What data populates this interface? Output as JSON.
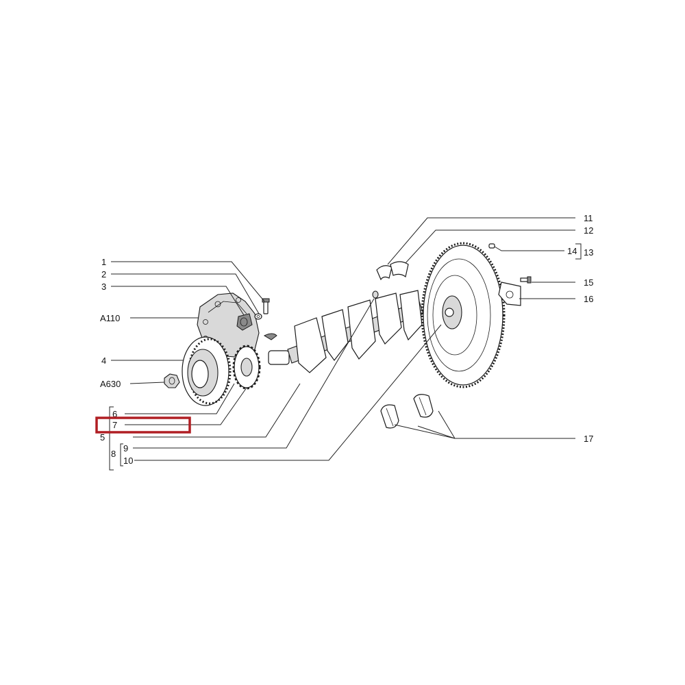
{
  "callouts": {
    "c1": "1",
    "c2": "2",
    "c3": "3",
    "cA110": "A110",
    "c4": "4",
    "cA630": "A630",
    "c6": "6",
    "c7": "7",
    "c5": "5",
    "c8": "8",
    "c9": "9",
    "c10": "10",
    "c11": "11",
    "c12": "12",
    "c13": "13",
    "c14": "14",
    "c15": "15",
    "c16": "16",
    "c17": "17"
  },
  "highlight": {
    "color": "#b01e23",
    "target": "7"
  }
}
